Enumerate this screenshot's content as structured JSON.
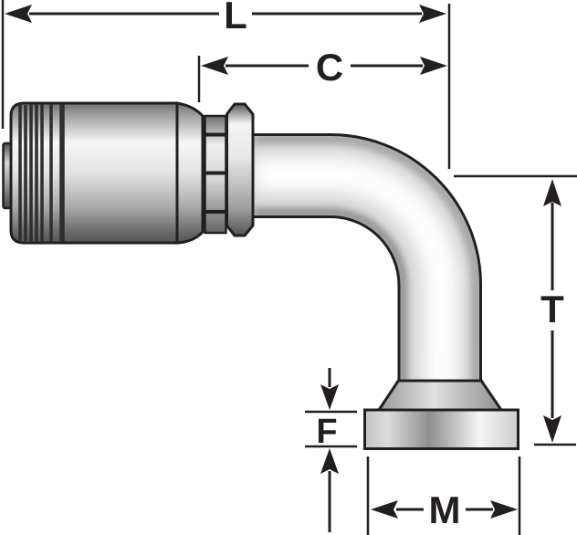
{
  "diagram": {
    "dimensions": {
      "L": {
        "label": "L"
      },
      "C": {
        "label": "C"
      },
      "T": {
        "label": "T"
      },
      "F": {
        "label": "F"
      },
      "M": {
        "label": "M"
      }
    },
    "colors": {
      "line": "#231f20",
      "background": "#ffffff",
      "metal_light": "#f7f7f7",
      "metal_mid": "#d6d6d6",
      "metal_dark": "#575757"
    }
  }
}
